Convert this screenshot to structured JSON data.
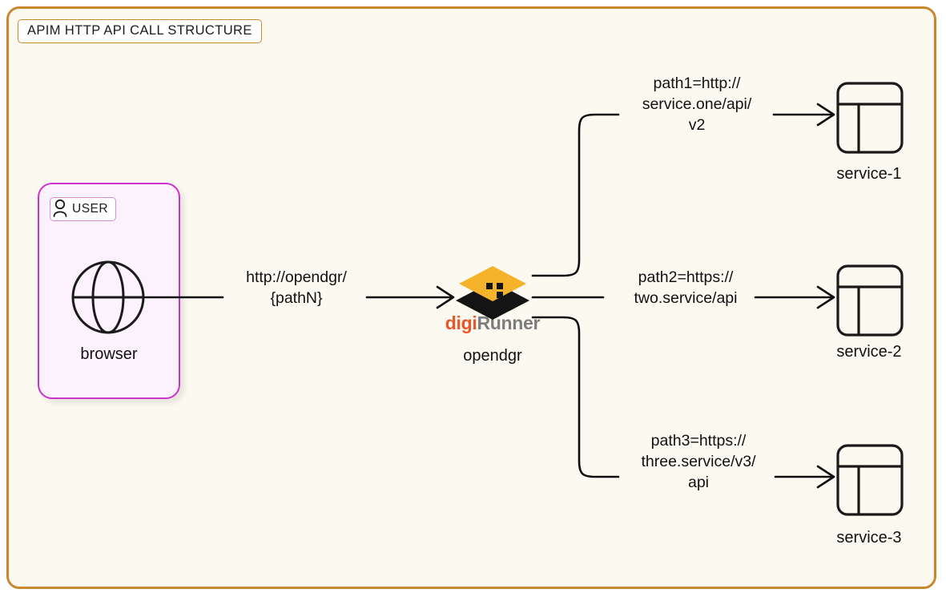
{
  "diagram": {
    "title": "APIM HTTP API CALL STRUCTURE",
    "colors": {
      "frame_border": "#c8892e",
      "canvas_background": "#fbf9f0",
      "user_group_border": "#cc33cc",
      "user_group_fill": "#fcf2fd",
      "edge": "#0d0d0d",
      "logo_amber": "#f5b32c",
      "logo_black": "#141414",
      "wordmark_digi": "#e8562a",
      "wordmark_runner": "#7d7d7d"
    },
    "groups": [
      {
        "id": "user-group",
        "badge_label": "USER",
        "badge_icon": "person-icon"
      }
    ],
    "nodes": [
      {
        "id": "browser",
        "caption": "browser",
        "icon": "globe-icon"
      },
      {
        "id": "opendgr",
        "caption": "opendgr",
        "icon": "digirunner-logo-icon",
        "wordmark_primary": "digi",
        "wordmark_secondary": "Runner"
      },
      {
        "id": "service-1",
        "caption": "service-1",
        "icon": "service-layout-icon"
      },
      {
        "id": "service-2",
        "caption": "service-2",
        "icon": "service-layout-icon"
      },
      {
        "id": "service-3",
        "caption": "service-3",
        "icon": "service-layout-icon"
      }
    ],
    "edges": [
      {
        "id": "edge-browser-opendgr",
        "from": "browser",
        "to": "opendgr",
        "label": "http://opendgr/\n{pathN}"
      },
      {
        "id": "edge-opendgr-service-1",
        "from": "opendgr",
        "to": "service-1",
        "label": "path1=http://\nservice.one/api/\nv2"
      },
      {
        "id": "edge-opendgr-service-2",
        "from": "opendgr",
        "to": "service-2",
        "label": "path2=https://\ntwo.service/api"
      },
      {
        "id": "edge-opendgr-service-3",
        "from": "opendgr",
        "to": "service-3",
        "label": "path3=https://\nthree.service/v3/\napi"
      }
    ]
  }
}
